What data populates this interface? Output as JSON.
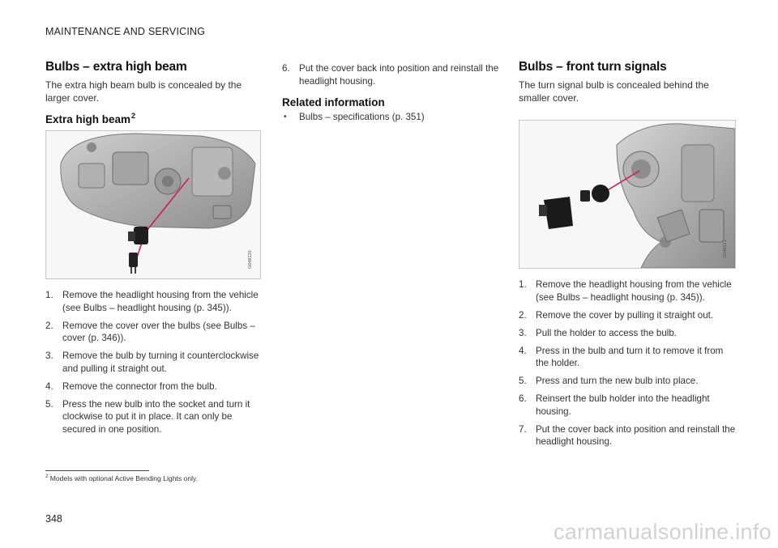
{
  "header": {
    "section": "MAINTENANCE AND SERVICING"
  },
  "left": {
    "title": "Bulbs – extra high beam",
    "intro": "The extra high beam bulb is concealed by the larger cover.",
    "subheading": "Extra high beam",
    "subheading_ref": "2",
    "figure_code": "G048120",
    "steps": [
      {
        "n": "1.",
        "text": "Remove the headlight housing from the vehicle (see Bulbs – headlight housing (p. 345))."
      },
      {
        "n": "2.",
        "text": "Remove the cover over the bulbs (see Bulbs – cover (p. 346))."
      },
      {
        "n": "3.",
        "text": "Remove the bulb by turning it counterclockwise and pulling it straight out."
      },
      {
        "n": "4.",
        "text": "Remove the connector from the bulb."
      },
      {
        "n": "5.",
        "text": "Press the new bulb into the socket and turn it clockwise to put it in place. It can only be secured in one position."
      }
    ]
  },
  "middle": {
    "step6_n": "6.",
    "step6_text": "Put the cover back into position and reinstall the headlight housing.",
    "related_heading": "Related information",
    "related_bullet": "•",
    "related_link": "Bulbs – specifications (p. 351)"
  },
  "right": {
    "title": "Bulbs – front turn signals",
    "intro": "The turn signal bulb is concealed behind the smaller cover.",
    "figure_code": "G048121",
    "steps": [
      {
        "n": "1.",
        "text": "Remove the headlight housing from the vehicle (see Bulbs – headlight housing (p. 345))."
      },
      {
        "n": "2.",
        "text": "Remove the cover by pulling it straight out."
      },
      {
        "n": "3.",
        "text": "Pull the holder to access the bulb."
      },
      {
        "n": "4.",
        "text": "Press in the bulb and turn it to remove it from the holder."
      },
      {
        "n": "5.",
        "text": "Press and turn the new bulb into place."
      },
      {
        "n": "6.",
        "text": "Reinsert the bulb holder into the headlight housing."
      },
      {
        "n": "7.",
        "text": "Put the cover back into position and reinstall the headlight housing."
      }
    ]
  },
  "footnote": {
    "ref": "2",
    "text": "Models with optional Active Bending Lights only."
  },
  "page_number": "348",
  "watermark": "carmanualsonline.info",
  "colors": {
    "pointer_line": "#d11a5a",
    "figure_border": "#c8c8c8"
  }
}
